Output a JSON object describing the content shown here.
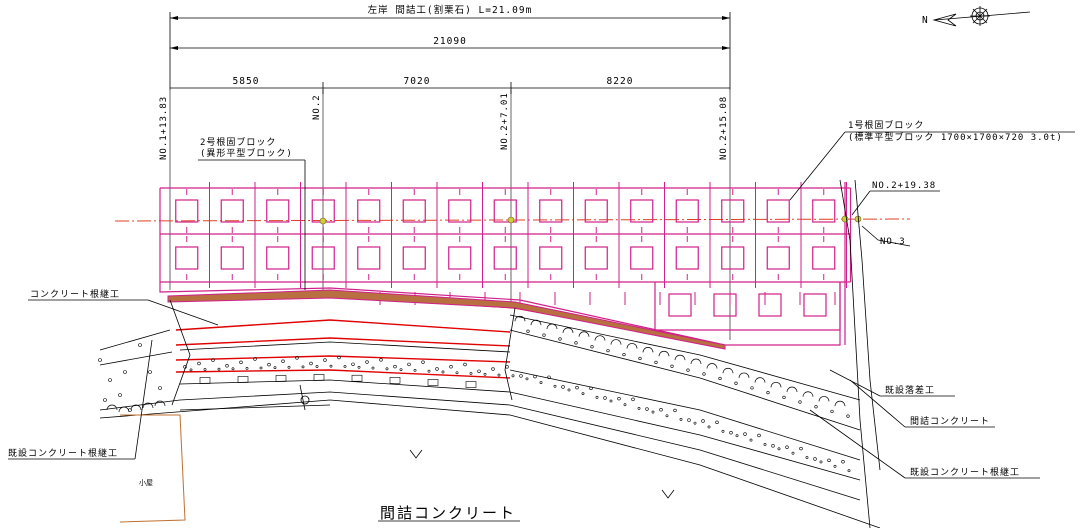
{
  "title": "左岸 間詰工(割栗石) L=21.09m",
  "dimensions": {
    "total": "21090",
    "segments": [
      "5850",
      "7020",
      "8220"
    ]
  },
  "stations": {
    "s1": "NO.1+13.83",
    "s2": "NO.2",
    "s3": "NO.2+7.01",
    "s4": "NO.2+15.08",
    "s5": "NO.2+19.38",
    "s6": "NO.3"
  },
  "labels": {
    "block2_line1": "2号根固ブロック",
    "block2_line2": "(異形平型ブロック)",
    "block1_line1": "1号根固ブロック",
    "block1_line2": "(標準平型ブロック 1700×1700×720 3.0t)",
    "concrete_foot": "コンクリート根継工",
    "existing_drop": "既設落差工",
    "fill_concrete": "間詰コンクリート",
    "existing_foot_right": "既設コンクリート根継工",
    "existing_foot_left": "既設コンクリート根継工",
    "shed": "小屋",
    "main_caption": "間詰コンクリート",
    "north": "N"
  },
  "colors": {
    "block": "#d0208a",
    "red": "#e00000",
    "fill": "#b87040",
    "centerline": "#e04020",
    "shed": "#c07030"
  }
}
